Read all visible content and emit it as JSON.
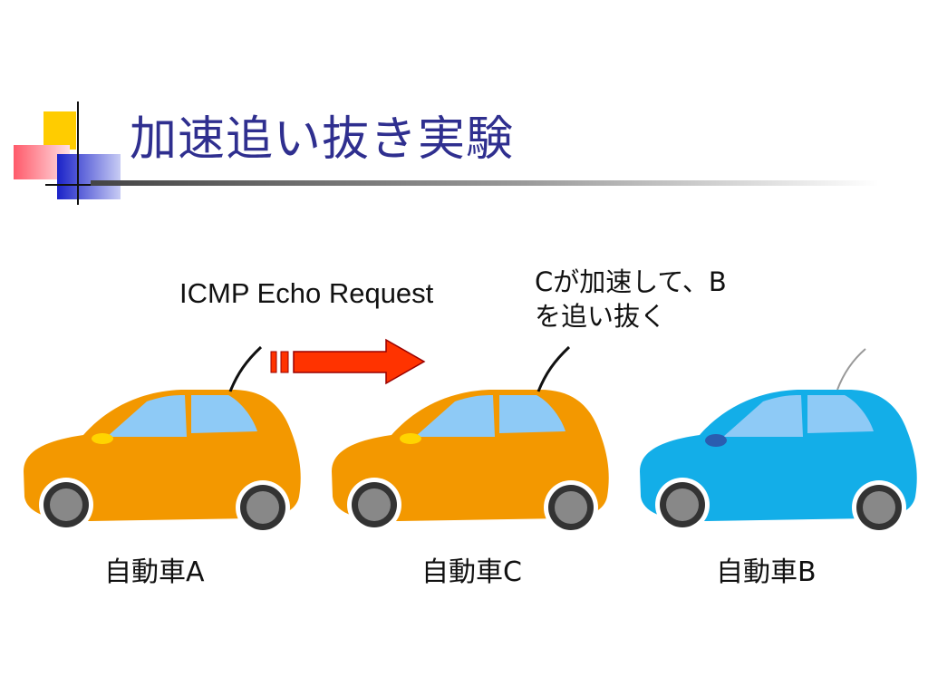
{
  "slide": {
    "title": "加速追い抜き実験"
  },
  "annotations": {
    "icmp": "ICMP Echo Request",
    "overtake_line1": "Cが加速して、B",
    "overtake_line2": "を追い抜く"
  },
  "cars": [
    {
      "label": "自動車A",
      "color": "#f39800"
    },
    {
      "label": "自動車C",
      "color": "#f39800"
    },
    {
      "label": "自動車B",
      "color": "#13aee8"
    }
  ],
  "colors": {
    "title": "#2f2f8f",
    "arrow": "#ff3300",
    "window": "#8ecaf6",
    "tire": "#333333",
    "wheel": "#888888"
  }
}
